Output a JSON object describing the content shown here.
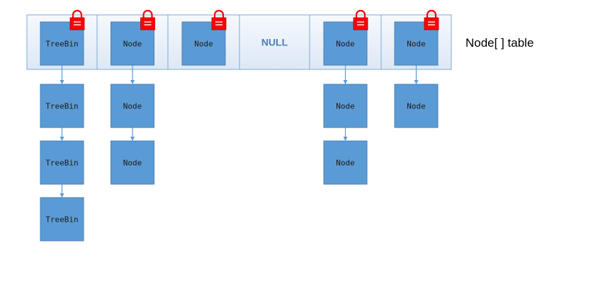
{
  "colors": {
    "node_fill": "#5b9bd5",
    "node_stroke": "#4a7fb3",
    "slot_stroke": "#7fa9d6",
    "slot_fill_top": "#f6f9fd",
    "slot_fill_bottom": "#dde8f5",
    "arrow": "#5b9bd5",
    "lock_red": "#ff0000",
    "null_text": "#4f7fb8",
    "label_text": "#000000"
  },
  "table_label": "Node[ ] table",
  "slots": [
    {
      "label": "TreeBin",
      "type": "node",
      "locked": true,
      "chain": [
        "TreeBin",
        "TreeBin",
        "TreeBin"
      ]
    },
    {
      "label": "Node",
      "type": "node",
      "locked": true,
      "chain": [
        "Node",
        "Node"
      ]
    },
    {
      "label": "Node",
      "type": "node",
      "locked": true,
      "chain": []
    },
    {
      "label": "NULL",
      "type": "null",
      "locked": false,
      "chain": []
    },
    {
      "label": "Node",
      "type": "node",
      "locked": true,
      "chain": [
        "Node",
        "Node"
      ]
    },
    {
      "label": "Node",
      "type": "node",
      "locked": true,
      "chain": [
        "Node"
      ]
    }
  ]
}
